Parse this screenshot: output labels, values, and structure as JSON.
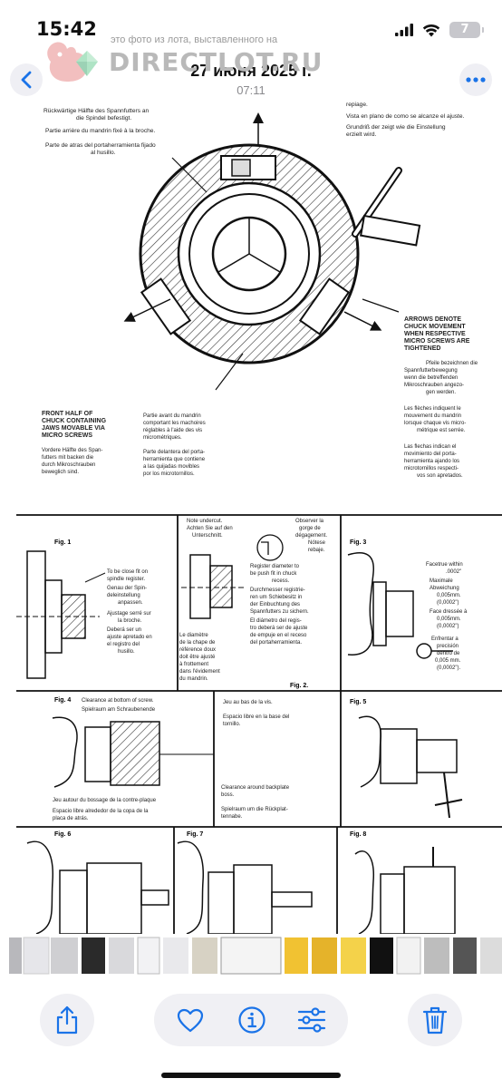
{
  "status_bar": {
    "time": "15:42",
    "battery": "7"
  },
  "watermark": {
    "caption": "это фото из лота, выставленного на",
    "site": "DIRECTLOT.RU"
  },
  "nav": {
    "date": "27 июня 2025 г.",
    "time": "07:11"
  },
  "colors": {
    "accent": "#1a73e8",
    "ui_gray": "#f0f0f4",
    "text_secondary": "#8a8a8e"
  },
  "icons": {
    "back": "chevron-left-icon",
    "more": "ellipsis-icon",
    "share": "share-icon",
    "favorite": "heart-icon",
    "info": "info-icon",
    "adjust": "sliders-icon",
    "delete": "trash-icon"
  },
  "photo": {
    "top_left_text": [
      "Rückwärtige Hälfte des Spannfutters an",
      "die Spindel befestigt.",
      "Partie arrière du mandrin fixé à la broche.",
      "Parte de atras del portaherramienta fijado",
      "al husillo."
    ],
    "top_right_text": [
      "repiage.",
      "Vista en plano de como se alcanze el ajuste.",
      "Grundriß der zeigt wie die Einstellung",
      "erzielt wird."
    ],
    "arrows_text": [
      "ARROWS DENOTE",
      "CHUCK MOVEMENT",
      "WHEN RESPECTIVE",
      "MICRO SCREWS ARE",
      "TIGHTENED"
    ],
    "arrows_de": [
      "Pfeile bezeichnen die",
      "Spannfutterbewegung",
      "wenn die betreffenden",
      "Mikroschrauben angezo-",
      "gen werden."
    ],
    "arrows_fr": [
      "Les flèches indiquent le",
      "mouvement du mandrin",
      "lorsque chaque vis micro-",
      "métrique est serrée."
    ],
    "arrows_es": [
      "Las flechas indican el",
      "movimiento del porta-",
      "herramienta ajando los",
      "microtornillos respecti-",
      "vos son apretados."
    ],
    "front_text": [
      "FRONT HALF OF",
      "CHUCK CONTAINING",
      "JAWS MOVABLE VIA",
      "MICRO SCREWS"
    ],
    "front_de": [
      "Vordere Hälfte des Span-",
      "futters mit backen die",
      "durch Mikroschrauben",
      "beweglich sind."
    ],
    "front_fr": [
      "Partie avant du mandrin",
      "comportant les machoires",
      "réglables à l'aide des vis",
      "micrométriques."
    ],
    "front_es": [
      "Parte delantera del porta-",
      "herramienta que contiene",
      "a las quijadas movibles",
      "por los microtornillos."
    ],
    "fig1": {
      "label": "Fig. 1",
      "text": [
        "To be close fit on",
        "spindle register.",
        "Genau der Spin-",
        "deleinstellung",
        "anpassen.",
        "Ajustage serré sur",
        "la broche.",
        "Deberá ser un",
        "ajuste apretado en",
        "el registro del",
        "husillo."
      ]
    },
    "fig2": {
      "label": "Fig. 2.",
      "text_top": [
        "Note undercut.",
        "Achten Sie auf den",
        "Unterschnitt."
      ],
      "text_top_r": [
        "Observer la",
        "gorge de",
        "dégagement.",
        "Nótese",
        "rebaje."
      ],
      "text_mid": [
        "Register diameter to",
        "be push fit in chuck",
        "recess.",
        "Durchmesser registrie-",
        "ren um Schiebesitz in",
        "der Einbuchtung des",
        "Spannfutters zu sichern.",
        "El diámetro del regis-",
        "tro deberá ser de ajuste",
        "de empuje en el receso",
        "del portaherramienta."
      ],
      "text_bottom": [
        "Le diamètre",
        "de la chape de",
        "référence doux",
        "doit être ajusté",
        "à frottement",
        "dans l'évidement",
        "du mandrin."
      ]
    },
    "fig3": {
      "label": "Fig. 3",
      "text": [
        "Facetrue within",
        ".0002\"",
        "Maximale",
        "Abweichung",
        "0,005mm.",
        "(0,0002\")",
        "Face dressée à",
        "0,005mm.",
        "(0,0002\")",
        "Enfrentar a",
        "precisión",
        "dentro de",
        "0,005 mm.",
        "(0,0002\")."
      ]
    },
    "fig4": {
      "label": "Fig. 4",
      "text": [
        "Clearance at bottom of screw.",
        "Spielraum am Schraubenende"
      ],
      "text_r": [
        "Jeu au bas de la vis.",
        "Espacio libre en la base del",
        "tornillo."
      ],
      "text_bottom": [
        "Jeu autour du bossage de la contre-plaque",
        "Espacio libre alrededor de la copa de la",
        "placa de atrás."
      ],
      "text_br": [
        "Clearance around backplate",
        "boss.",
        "Spielraum um die Rückplat-",
        "tennabe."
      ]
    },
    "fig5": {
      "label": "Fig. 5"
    },
    "fig6": {
      "label": "Fig. 6"
    },
    "fig7": {
      "label": "Fig. 7"
    },
    "fig8": {
      "label": "Fig. 8"
    }
  },
  "thumbnails": {
    "count": 22
  }
}
